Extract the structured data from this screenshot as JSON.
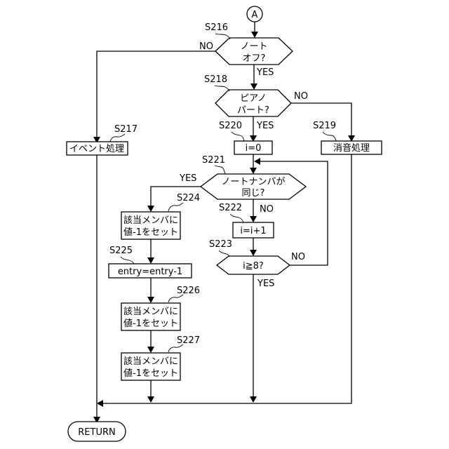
{
  "connector": {
    "label": "A"
  },
  "nodes": {
    "s216": {
      "step": "S216",
      "lines": [
        "ノート",
        "オフ?"
      ],
      "yes": "YES",
      "no": "NO"
    },
    "s217": {
      "step": "S217",
      "lines": [
        "イベント処理"
      ]
    },
    "s218": {
      "step": "S218",
      "lines": [
        "ピアノ",
        "パート?"
      ],
      "yes": "YES",
      "no": "NO"
    },
    "s219": {
      "step": "S219",
      "lines": [
        "消音処理"
      ]
    },
    "s220": {
      "step": "S220",
      "lines": [
        "i=0"
      ]
    },
    "s221": {
      "step": "S221",
      "lines": [
        "ノートナンバが",
        "同じ?"
      ],
      "yes": "YES",
      "no": "NO"
    },
    "s222": {
      "step": "S222",
      "lines": [
        "i=i+1"
      ]
    },
    "s223": {
      "step": "S223",
      "lines": [
        "i≧8?"
      ],
      "yes": "YES",
      "no": "NO"
    },
    "s224": {
      "step": "S224",
      "lines": [
        "該当メンバに",
        "値-1をセット"
      ]
    },
    "s225": {
      "step": "S225",
      "lines": [
        "entry=entry-1"
      ]
    },
    "s226": {
      "step": "S226",
      "lines": [
        "該当メンバに",
        "値-1をセット"
      ]
    },
    "s227": {
      "step": "S227",
      "lines": [
        "該当メンバに",
        "値-1をセット"
      ]
    }
  },
  "terminal": {
    "label": "RETURN"
  }
}
